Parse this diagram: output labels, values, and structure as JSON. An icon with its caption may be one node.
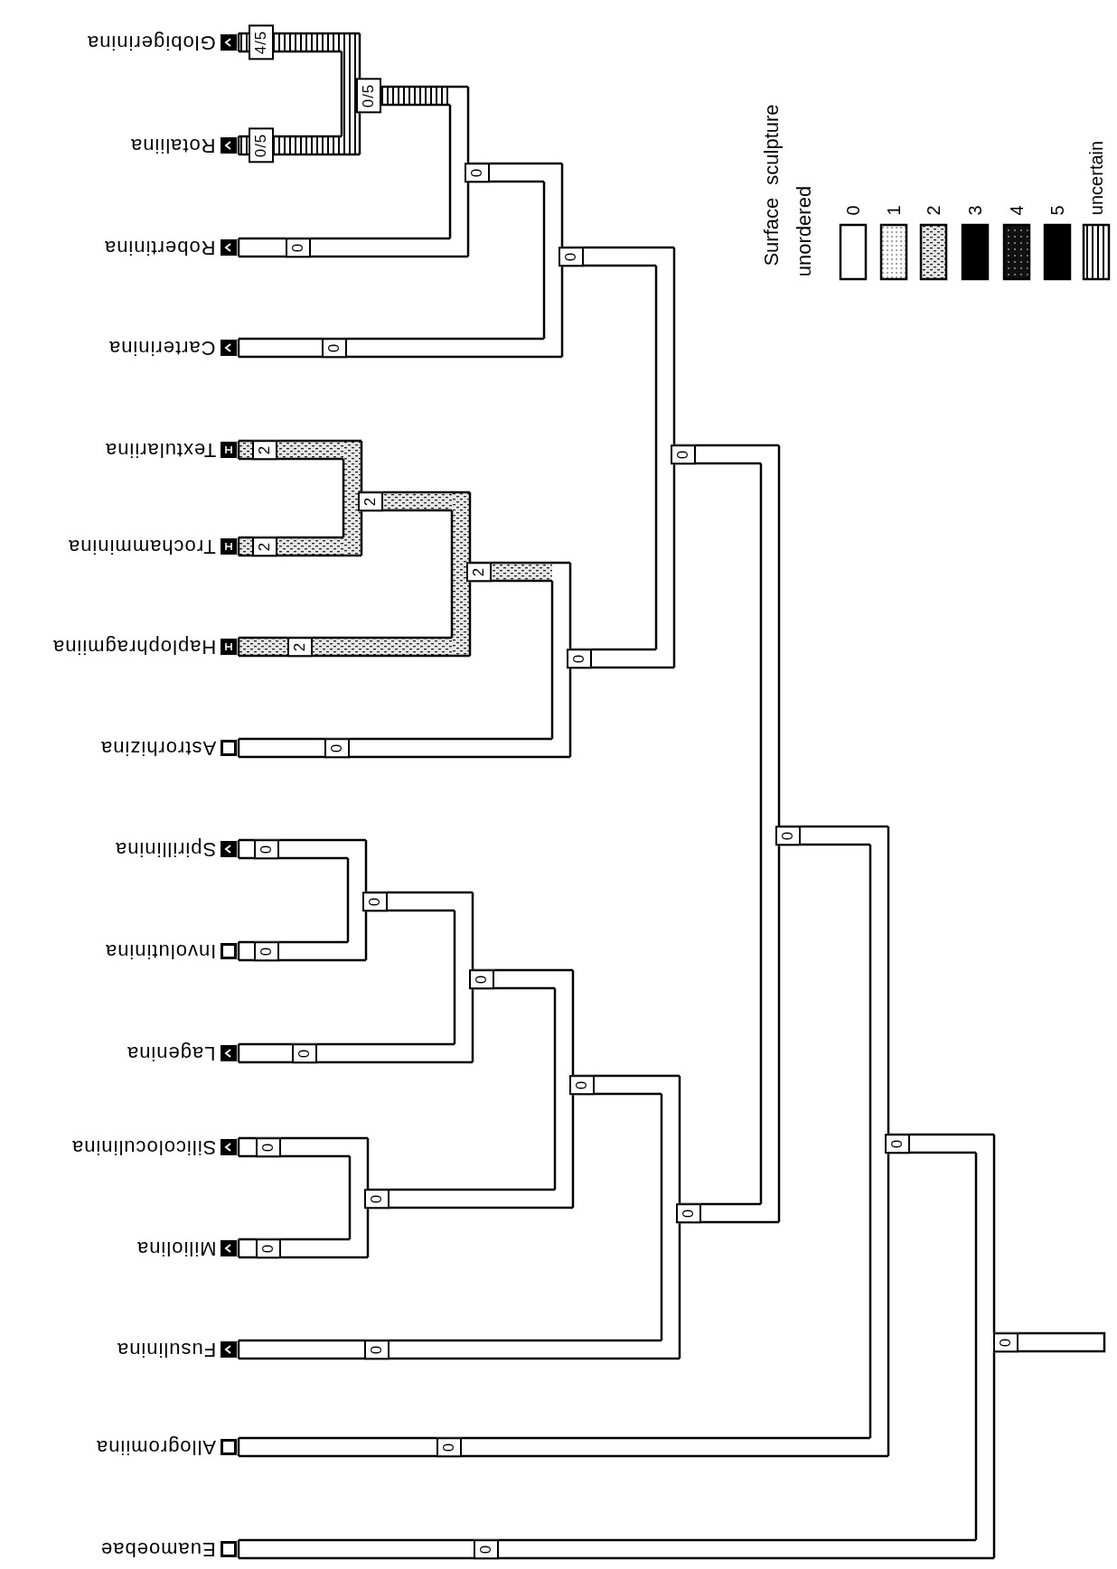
{
  "diagram": {
    "nodes": [
      {
        "text": [
          "Globigerinina"
        ]
      },
      {
        "text": [
          "Rotaliina"
        ]
      },
      {
        "text": [
          "Robertinina"
        ]
      },
      {
        "text": [
          "Carterinina"
        ]
      },
      {
        "text": [
          "Textulariina"
        ]
      },
      {
        "text": [
          "Trochamminina"
        ]
      },
      {
        "text": [
          "Haplophragmiina"
        ]
      },
      {
        "text": [
          "Astrorhizina"
        ]
      },
      {
        "text": [
          "Spirillinina"
        ]
      },
      {
        "text": [
          "Involutinina"
        ]
      },
      {
        "text": [
          "Lagenina"
        ]
      },
      {
        "text": [
          "Silicoloculinina"
        ]
      },
      {
        "text": [
          "Miliolina"
        ]
      },
      {
        "text": [
          "Fusulinina"
        ]
      },
      {
        "text": [
          "Allogromiina"
        ]
      },
      {
        "text": [
          "Euamoebae"
        ]
      },
      {
        "text": [],
        "shape": "junction"
      },
      {
        "text": [],
        "shape": "junction"
      },
      {
        "text": [],
        "shape": "junction"
      },
      {
        "text": [],
        "shape": "junction"
      },
      {
        "text": [],
        "shape": "junction"
      },
      {
        "text": [],
        "shape": "junction"
      },
      {
        "text": [],
        "shape": "junction"
      },
      {
        "text": [],
        "shape": "junction"
      },
      {
        "text": [],
        "shape": "junction"
      },
      {
        "text": [],
        "shape": "junction"
      },
      {
        "text": [],
        "shape": "junction"
      },
      {
        "text": [],
        "shape": "junction"
      },
      {
        "text": [],
        "shape": "junction"
      },
      {
        "text": [],
        "shape": "junction"
      },
      {
        "text": [],
        "shape": "junction"
      }
    ],
    "edges": [
      {
        "from": 16,
        "to": 0,
        "arrow": "none",
        "label": "4/5"
      },
      {
        "from": 16,
        "to": 1,
        "arrow": "none",
        "label": "0/5"
      },
      {
        "from": 17,
        "to": 16,
        "arrow": "none",
        "label": "0/5"
      },
      {
        "from": 17,
        "to": 2,
        "arrow": "none",
        "label": "0"
      },
      {
        "from": 18,
        "to": 17,
        "arrow": "none",
        "label": "0"
      },
      {
        "from": 18,
        "to": 3,
        "arrow": "none",
        "label": "0"
      },
      {
        "from": 19,
        "to": 4,
        "arrow": "none",
        "label": "2"
      },
      {
        "from": 19,
        "to": 5,
        "arrow": "none",
        "label": "2"
      },
      {
        "from": 20,
        "to": 19,
        "arrow": "none",
        "label": "2"
      },
      {
        "from": 20,
        "to": 6,
        "arrow": "none",
        "label": "2"
      },
      {
        "from": 21,
        "to": 20,
        "arrow": "none",
        "label": "2"
      },
      {
        "from": 21,
        "to": 7,
        "arrow": "none",
        "label": "0"
      },
      {
        "from": 22,
        "to": 18,
        "arrow": "none",
        "label": "0"
      },
      {
        "from": 22,
        "to": 21,
        "arrow": "none",
        "label": "0"
      },
      {
        "from": 23,
        "to": 8,
        "arrow": "none",
        "label": "0"
      },
      {
        "from": 23,
        "to": 9,
        "arrow": "none",
        "label": "0"
      },
      {
        "from": 24,
        "to": 23,
        "arrow": "none",
        "label": "0"
      },
      {
        "from": 24,
        "to": 10,
        "arrow": "none",
        "label": "0"
      },
      {
        "from": 25,
        "to": 11,
        "arrow": "none",
        "label": "0"
      },
      {
        "from": 25,
        "to": 12,
        "arrow": "none",
        "label": "0"
      },
      {
        "from": 26,
        "to": 24,
        "arrow": "none",
        "label": "0"
      },
      {
        "from": 26,
        "to": 25,
        "arrow": "none",
        "label": "0"
      },
      {
        "from": 27,
        "to": 26,
        "arrow": "none",
        "label": "0"
      },
      {
        "from": 27,
        "to": 13,
        "arrow": "none",
        "label": "0"
      },
      {
        "from": 28,
        "to": 22,
        "arrow": "none",
        "label": "0"
      },
      {
        "from": 28,
        "to": 27,
        "arrow": "none",
        "label": "0"
      },
      {
        "from": 29,
        "to": 28,
        "arrow": "none",
        "label": "0"
      },
      {
        "from": 29,
        "to": 14,
        "arrow": "none",
        "label": "0"
      },
      {
        "from": 30,
        "to": 29,
        "arrow": "none",
        "label": "0"
      },
      {
        "from": 30,
        "to": 15,
        "arrow": "none",
        "label": "0"
      },
      {
        "from": null,
        "to": 30,
        "arrow": "none",
        "label": "0"
      }
    ],
    "labels": [
      "Surface sculpture",
      "unordered"
    ],
    "legend": [
      {
        "text": "0"
      },
      {
        "text": "1"
      },
      {
        "text": "2"
      },
      {
        "text": "3"
      },
      {
        "text": "4"
      },
      {
        "text": "5"
      },
      {
        "text": "uncertain"
      }
    ]
  }
}
